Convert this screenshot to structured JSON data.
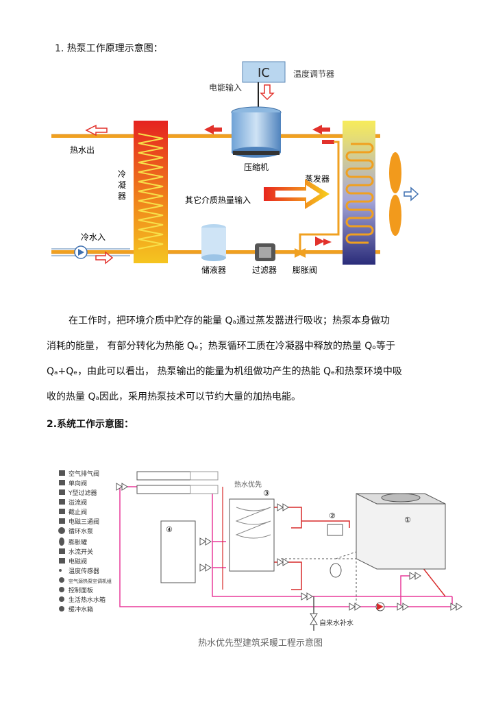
{
  "section1_title": "1. 热泵工作原理示意图：",
  "diagram1": {
    "ic": "IC",
    "temp_regulator": "温度调节器",
    "power_input": "电能输入",
    "compressor": "压缩机",
    "hot_water_out": "热水出",
    "condenser": "冷\n凝\n器",
    "evaporator": "蒸发器",
    "other_heat_input": "其它介质热量输入",
    "cold_water_in": "冷水入",
    "receiver": "储液器",
    "filter": "过滤器",
    "expansion_valve": "膨胀阀"
  },
  "paragraph": [
    "在工作时，把环境介质中贮存的能量    Qₐ通过蒸发器进行吸收；热泵本身做功",
    "消耗的能量，  有部分转化为热能   Qₑ；热泵循环工质在冷凝器中释放的热量     Qₒ等于",
    "Qₐ+Qₑ，由此可以看出，  热泵输出的能量为机组做功产生的热能     Qₑ和热泵环境中吸",
    "收的热量  Qₐ因此，采用热泵技术可以节约大量的加热电能。"
  ],
  "section2_title": "2.系统工作示意图：",
  "diagram2": {
    "legend": [
      "空气排气阀",
      "单向阀",
      "Y型过滤器",
      "溢流阀",
      "截止阀",
      "电磁三通阀",
      "循环水泵",
      "膨胀罐",
      "水流开关",
      "电磁阀",
      "温度传感器",
      "空气源热泵空调机组",
      "控制面板",
      "生活热水水箱",
      "缓冲水箱"
    ],
    "hot_water_priority": "热水优先",
    "makeup_water": "自来水补水",
    "caption": "热水优先型建筑采暖工程示意图",
    "num_1": "①",
    "num_2": "②",
    "num_3": "③",
    "num_4": "④"
  }
}
